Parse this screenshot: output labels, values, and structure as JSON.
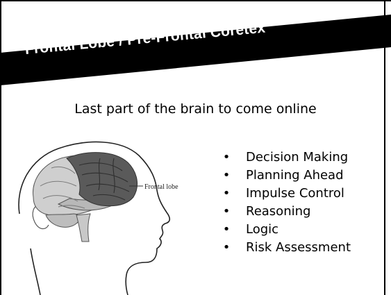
{
  "slide": {
    "title": "Frontal Lobe / Pre-Frontal Coretex",
    "subtitle": "Last part of the brain to come online",
    "illustration": {
      "label": "Frontal lobe"
    },
    "bullets": [
      {
        "marker": "•",
        "text": "Decision Making"
      },
      {
        "marker": "•",
        "text": "Planning Ahead"
      },
      {
        "marker": "•",
        "text": "Impulse Control"
      },
      {
        "marker": "•",
        "text": "Reasoning"
      },
      {
        "marker": "•",
        "text": "Logic"
      },
      {
        "marker": "•",
        "text": "Risk Assessment"
      }
    ]
  },
  "colors": {
    "banner": "#000000",
    "title_text": "#ffffff",
    "brain_fill": "#5a5a5a",
    "outline": "#333333"
  }
}
